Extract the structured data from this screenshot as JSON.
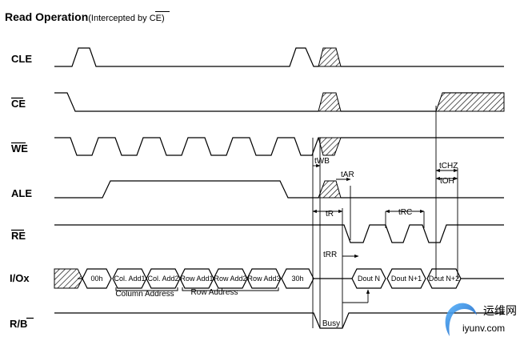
{
  "title": {
    "main": "Read Operation",
    "sub_prefix": "(Intercepted by ",
    "sub_signal": "CE",
    "sub_suffix": ")"
  },
  "signals": {
    "cle": "CLE",
    "ce": "CE",
    "we": "WE",
    "ale": "ALE",
    "re": "RE",
    "io": "I/Ox",
    "rb_r": "R/",
    "rb_b": "B"
  },
  "io_bus": {
    "cycles": [
      "00h",
      "Col. Add1",
      "Col. Add2",
      "Row Add1",
      "Row Add2",
      "Row Add3",
      "30h"
    ],
    "outputs": [
      "Dout N",
      "Dout N+1",
      "Dout N+2"
    ]
  },
  "groups": {
    "column": "Column Address",
    "row": "Row Address"
  },
  "timing": {
    "twb": "WB",
    "tar": "AR",
    "tr": "R",
    "trc": "RC",
    "trr": "RR",
    "tchz": "CHZ",
    "toh": "OH",
    "t_prefix": "t"
  },
  "busy": "Busy",
  "watermark": {
    "site": "iyunv.com",
    "chinese": "运维网"
  },
  "colors": {
    "line": "#000000",
    "hatch": "#000000",
    "watermark": "#1d57c2"
  }
}
